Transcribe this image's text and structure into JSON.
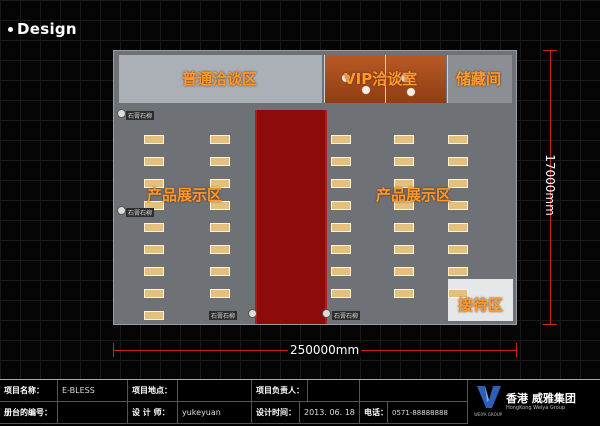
{
  "page_heading": "Design",
  "zones": {
    "negotiation": "普通洽谈区",
    "vip": "VIP洽谈室",
    "storage": "储藏间",
    "product_left": "产品展示区",
    "product_right": "产品展示区",
    "reception": "接待区"
  },
  "markers": {
    "stone_label": "石膏石柳"
  },
  "dimensions": {
    "width": "250000mm",
    "depth": "17000mm"
  },
  "title_block": {
    "project_name_key": "项目名称：",
    "project_name_value": "E-BLESS",
    "project_location_key": "项目地点：",
    "project_location_value": "",
    "project_lead_key": "项目负责人：",
    "project_lead_value": "",
    "drawing_no_key": "册台的编号：",
    "drawing_no_value": "",
    "designer_key": "设 计 师：",
    "designer_value": "yukeyuan",
    "design_time_key": "设计时间：",
    "design_time_value": "2013. 06. 18",
    "phone_key": "电话：",
    "phone_value": "0571-88888888"
  },
  "logo": {
    "name": "香港 威雅集团",
    "english": "HongKong Weiya Group",
    "sub": "WEIYA GROUP"
  },
  "colors": {
    "accent_label": "#ff9a2a",
    "carpet": "#8e0b0b",
    "dimension_line": "#cc2222",
    "vip_floor": "#b85a25"
  }
}
